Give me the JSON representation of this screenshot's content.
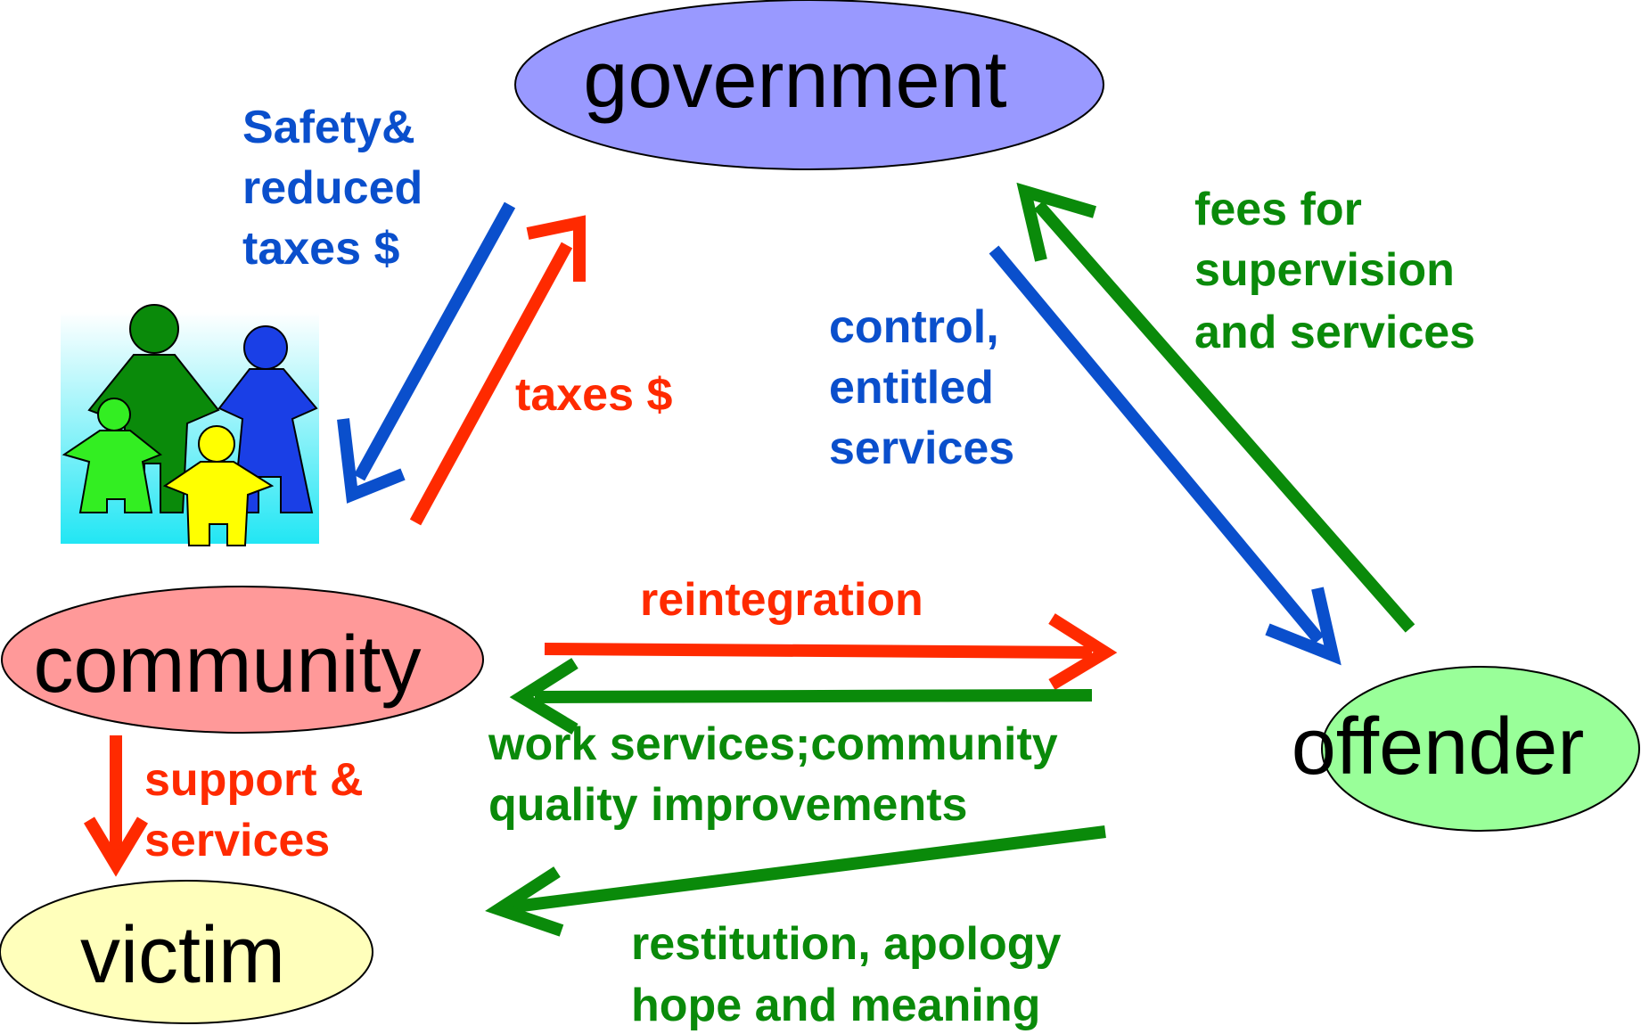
{
  "colors": {
    "blue": "#0a4fcc",
    "red": "#ff2a00",
    "green": "#0a8a0a",
    "government_fill": "#9999ff",
    "community_fill": "#ff9999",
    "offender_fill": "#99ff99",
    "victim_fill": "#ffffbb",
    "family_background": "#33e0f0"
  },
  "nodes": {
    "government": "government",
    "community": "community",
    "offender": "offender",
    "victim": "victim"
  },
  "family_icon": "family-icon",
  "flows": {
    "gov_to_community": {
      "lines": [
        "Safety&",
        "reduced",
        "taxes $"
      ],
      "color": "blue"
    },
    "community_to_gov": {
      "lines": [
        "taxes $"
      ],
      "color": "red"
    },
    "gov_to_offender": {
      "lines": [
        "control,",
        "entitled",
        "services"
      ],
      "color": "blue"
    },
    "offender_to_gov": {
      "lines": [
        "fees for",
        "supervision",
        "and services"
      ],
      "color": "green"
    },
    "community_to_offender": {
      "lines": [
        "reintegration"
      ],
      "color": "red"
    },
    "offender_to_community": {
      "lines": [
        "work services;community",
        "quality improvements"
      ],
      "color": "green"
    },
    "community_to_victim": {
      "lines": [
        "support &",
        "services"
      ],
      "color": "red"
    },
    "offender_to_victim": {
      "lines": [
        "restitution, apology",
        "hope and meaning"
      ],
      "color": "green"
    }
  }
}
